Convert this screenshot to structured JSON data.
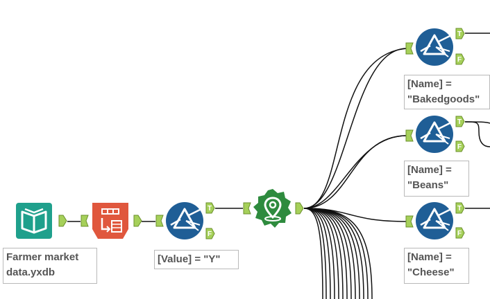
{
  "canvas": {
    "background": "#ffffff"
  },
  "colors": {
    "wire": "#111111",
    "anchor": "#a6d05a",
    "anchor_border": "#6a8f2b",
    "input_tool": "#1fa08c",
    "sort_tool": "#e0573d",
    "filter_tool": "#1f5e96",
    "geo_tool": "#2e8b3e"
  },
  "tools": [
    {
      "icon": "book-icon",
      "label_line1": "Farmer market",
      "label_line2": "data.yxdb"
    },
    {
      "icon": "sort-icon"
    },
    {
      "icon": "filter-icon",
      "label": "[Value] = \"Y\""
    },
    {
      "icon": "location-pin-icon"
    },
    {
      "icon": "filter-icon",
      "label_line1": "[Name] =",
      "label_line2": "\"Bakedgoods\""
    },
    {
      "icon": "filter-icon",
      "label_line1": "[Name] =",
      "label_line2": "\"Beans\""
    },
    {
      "icon": "filter-icon",
      "label_line1": "[Name] =",
      "label_line2": "\"Cheese\""
    }
  ],
  "anchors": {
    "true_letter": "T",
    "false_letter": "F"
  }
}
